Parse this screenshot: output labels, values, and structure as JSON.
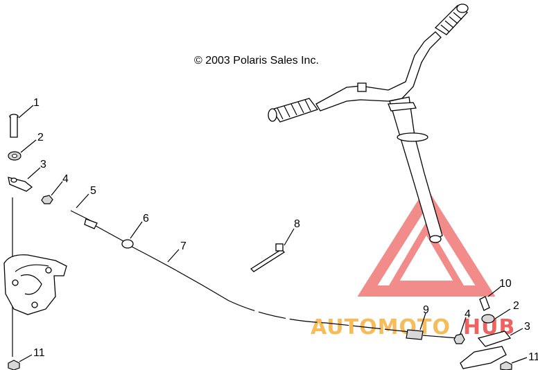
{
  "copyright": "© 2003 Polaris Sales Inc.",
  "watermark": {
    "text_orange": "AUTOMOTO",
    "text_red": "HUB",
    "color_orange": "#f5a623",
    "color_red": "#e8302c"
  },
  "callouts": {
    "c1": "1",
    "c2_left": "2",
    "c3_left": "3",
    "c4_left": "4",
    "c5": "5",
    "c6": "6",
    "c7": "7",
    "c8": "8",
    "c9": "9",
    "c4_right": "4",
    "c10": "10",
    "c2_right": "2",
    "c3_right": "3",
    "c11_left": "11",
    "c11_right": "11"
  }
}
